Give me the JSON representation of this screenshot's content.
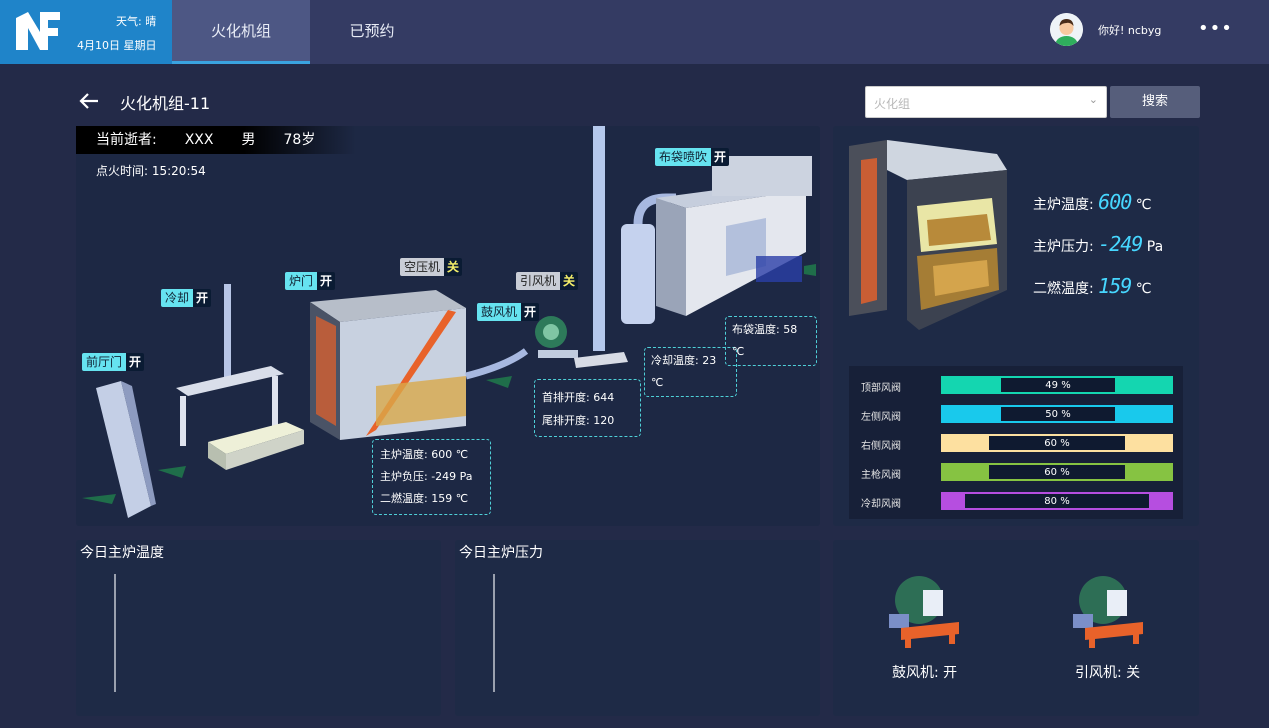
{
  "header": {
    "weather": "天气: 晴",
    "date": "4月10日 星期日",
    "tabs": [
      {
        "label": "火化机组"
      },
      {
        "label": "已预约"
      }
    ],
    "greeting": "你好! ncbyg",
    "more": "•••"
  },
  "toolbar": {
    "title": "火化机组-11",
    "select_placeholder": "火化组",
    "search_label": "搜索"
  },
  "deceased": {
    "label": "当前逝者:",
    "name": "XXX",
    "gender": "男",
    "age": "78岁"
  },
  "ignite": "点火时间: 15:20:54",
  "tags": {
    "front": {
      "name": "前厅门",
      "state": "开"
    },
    "cool": {
      "name": "冷却",
      "state": "开"
    },
    "door": {
      "name": "炉门",
      "state": "开"
    },
    "air": {
      "name": "空压机",
      "state": "关"
    },
    "blower": {
      "name": "鼓风机",
      "state": "开"
    },
    "induced": {
      "name": "引风机",
      "state": "关"
    },
    "bag": {
      "name": "布袋喷吹",
      "state": "开"
    }
  },
  "readouts": {
    "furnace": [
      "主炉温度: 600 ℃",
      "主炉负压: -249 Pa",
      "二燃温度: 159 ℃"
    ],
    "exhaust": [
      "首排开度: 644",
      "尾排开度: 120"
    ],
    "cool_temp": "冷却温度: 23 ℃",
    "bag_temp": "布袋温度: 58 ℃"
  },
  "status": {
    "main_temp_label": "主炉温度:",
    "main_temp": "600",
    "main_temp_unit": "℃",
    "main_press_label": "主炉压力:",
    "main_press": "-249",
    "main_press_unit": "Pa",
    "second_temp_label": "二燃温度:",
    "second_temp": "159",
    "second_temp_unit": "℃"
  },
  "valves": [
    {
      "label": "顶部风阀",
      "value": 0.49,
      "text": "49 %",
      "color": "#14d6b0"
    },
    {
      "label": "左侧风阀",
      "value": 0.5,
      "text": "50 %",
      "color": "#19c9ec"
    },
    {
      "label": "右侧风阀",
      "value": 0.6,
      "text": "60 %",
      "color": "#fde0a0"
    },
    {
      "label": "主枪风阀",
      "value": 0.6,
      "text": "60 %",
      "color": "#86c342"
    },
    {
      "label": "冷却风阀",
      "value": 0.8,
      "text": "80 %",
      "color": "#b64ee0"
    }
  ],
  "charts": {
    "temp_title": "今日主炉温度",
    "press_title": "今日主炉压力"
  },
  "fans": {
    "blower": "鼓风机: 开",
    "induced": "引风机: 关"
  }
}
